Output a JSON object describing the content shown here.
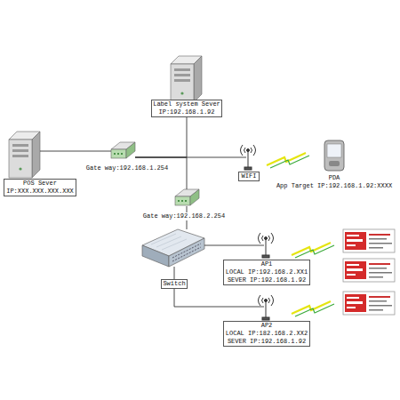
{
  "diagram": {
    "nodes": [
      {
        "text": [
          "Label system Sever",
          "IP:192.168.1.92"
        ]
      },
      {
        "text": [
          "POS Sever",
          "IP:XXX.XXX.XXX.XXX"
        ]
      },
      {
        "text": [
          "Gate way:192.168.1.254"
        ]
      },
      {
        "text": [
          "WIFI"
        ]
      },
      {
        "text": [
          "PDA",
          "App Target IP:192.168.1.92:XXXX"
        ]
      },
      {
        "text": [
          "Gate way:192.168.2.254"
        ]
      },
      {
        "text": [
          "Switch"
        ]
      },
      {
        "text": [
          "AP1",
          "LOCAL IP:192.168.2.XX1",
          "SEVER IP:192.168.1.92"
        ]
      },
      {
        "text": [
          "AP2",
          "LOCAL IP:182.168.2.XX2",
          "SEVER IP:192.168.1.92"
        ]
      }
    ],
    "edges": [
      {
        "from": 1,
        "to": 2,
        "arrow": "none"
      },
      {
        "from": 0,
        "to": 2,
        "arrow": "none"
      },
      {
        "from": 2,
        "to": 3,
        "arrow": "none"
      },
      {
        "from": 2,
        "to": 5,
        "arrow": "none"
      },
      {
        "from": 5,
        "to": 6,
        "arrow": "none"
      },
      {
        "from": 6,
        "to": 7,
        "arrow": "none"
      },
      {
        "from": 6,
        "to": 8,
        "arrow": "none"
      }
    ]
  }
}
